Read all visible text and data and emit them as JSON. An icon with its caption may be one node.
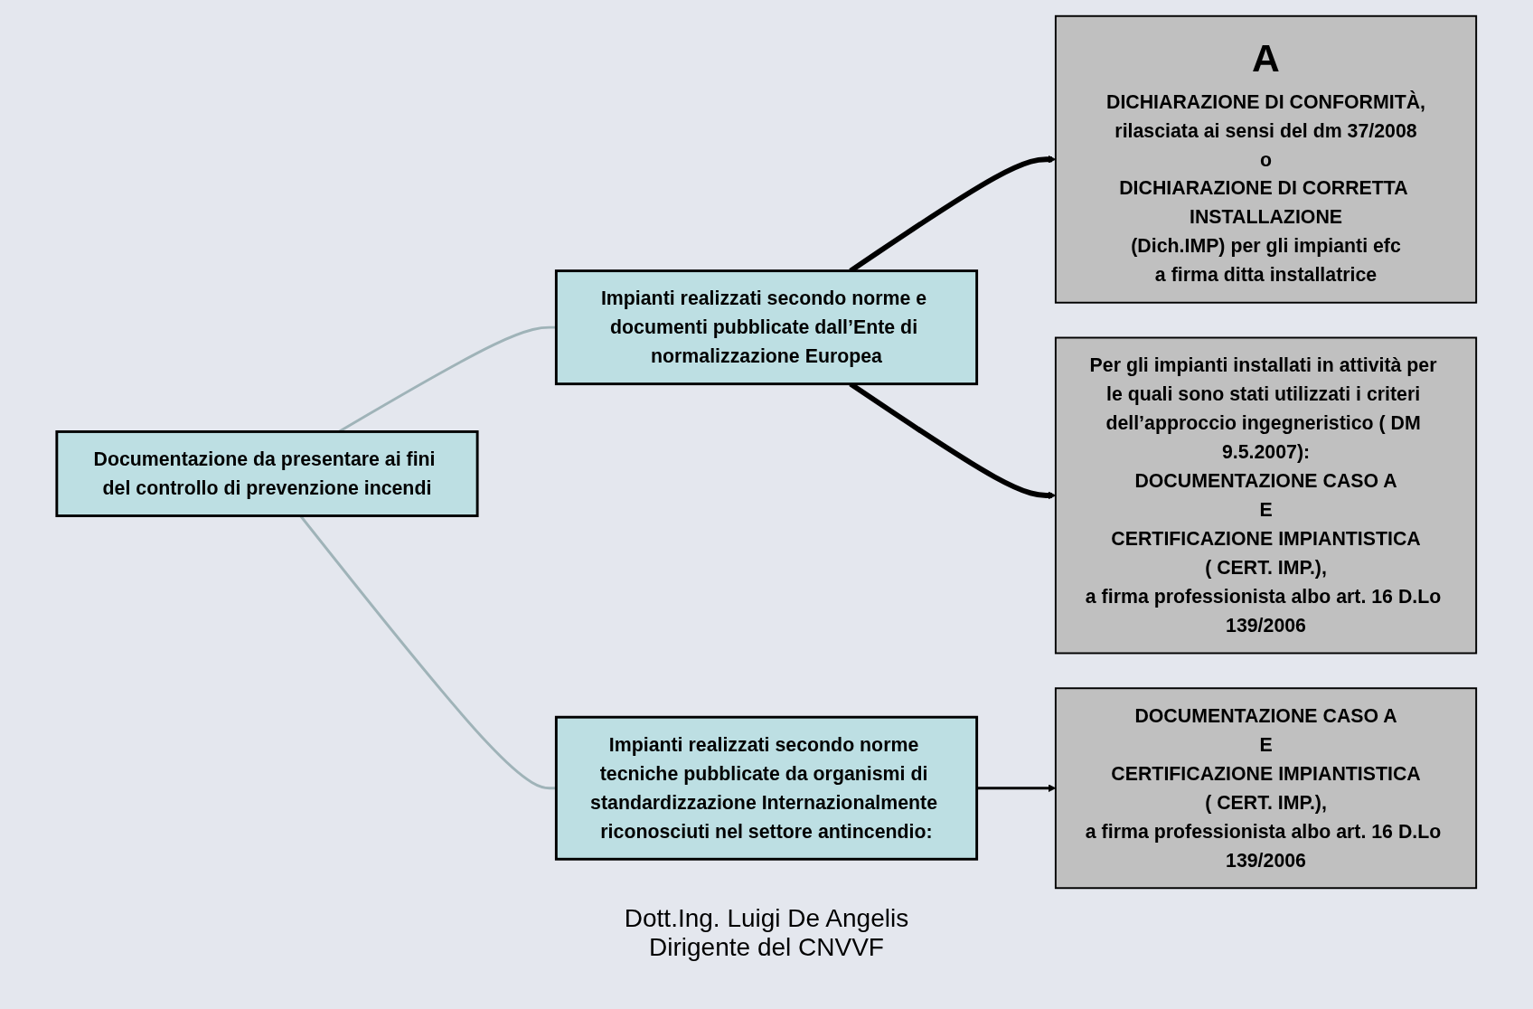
{
  "diagram": {
    "nodes": [
      {
        "text": [
          "Documentazione da presentare ai fini del controllo di prevenzione incendi"
        ]
      },
      {
        "text": [
          "Impianti realizzati secondo norme e documenti pubblicate dall’Ente di normalizzazione Europea"
        ]
      },
      {
        "text": [
          "Impianti realizzati secondo norme tecniche pubblicate da organismi di standardizzazione Internazionalmente riconosciuti nel settore antincendio:"
        ]
      },
      {
        "text": [
          "A",
          "DICHIARAZIONE DI CONFORMITÀ,",
          "rilasciata ai sensi del dm 37/2008",
          "o",
          "DICHIARAZIONE DI CORRETTA INSTALLAZIONE",
          "(Dich.IMP) per gli impianti efc",
          "a firma ditta installatrice"
        ]
      },
      {
        "text": [
          "Per gli impianti installati in attività per le quali sono stati utilizzati i criteri dell’approccio ingegneristico ( DM 9.5.2007):",
          "DOCUMENTAZIONE CASO A",
          "E",
          "CERTIFICAZIONE IMPIANTISTICA",
          "( CERT. IMP.),",
          "a firma professionista albo art. 16 D.Lo 139/2006"
        ]
      },
      {
        "text": [
          "DOCUMENTAZIONE CASO A",
          "E",
          "CERTIFICAZIONE IMPIANTISTICA",
          "( CERT. IMP.),",
          "a firma professionista albo art. 16 D.Lo 139/2006"
        ]
      }
    ],
    "edges": [
      {
        "from": 0,
        "to": 1,
        "arrow": "none",
        "color": "#9fb3b8"
      },
      {
        "from": 0,
        "to": 2,
        "arrow": "none",
        "color": "#9fb3b8"
      },
      {
        "from": 1,
        "to": 3,
        "arrow": "to",
        "style": "thick"
      },
      {
        "from": 1,
        "to": 4,
        "arrow": "to",
        "style": "thick"
      },
      {
        "from": 2,
        "to": 5,
        "arrow": "to"
      }
    ],
    "labels": [
      "Dott.Ing. Luigi De Angelis",
      "Dirigente del CNVVF"
    ]
  }
}
